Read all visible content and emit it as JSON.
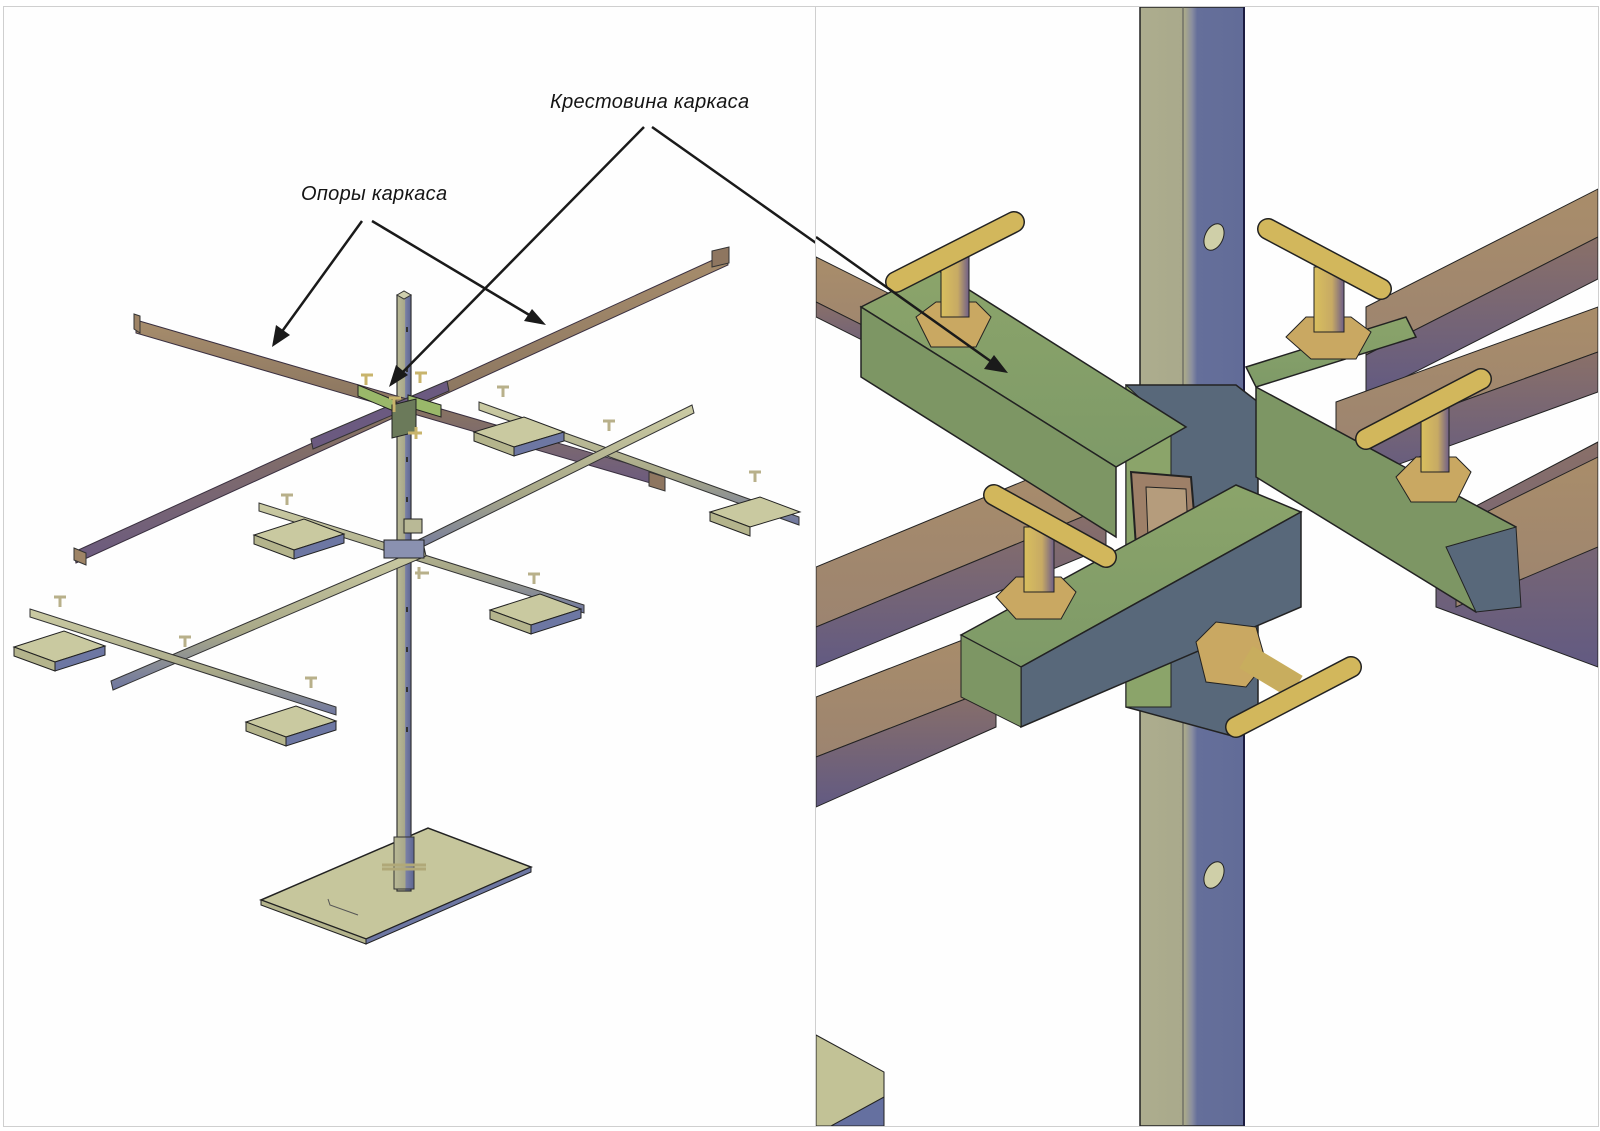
{
  "figure": {
    "title": "Каркас: опоры и крестовина",
    "annotations": {
      "cross_label": "Крестовина каркаса",
      "supports_label": "Опоры каркаса"
    },
    "panels": [
      {
        "id": "overview",
        "description": "Isometric view of adjustable frame with stand, cross members and support pads"
      },
      {
        "id": "detail",
        "description": "Close-up of frame cross joint with T-handle clamping screws"
      }
    ],
    "colors": {
      "tube_green": "#8ba06a",
      "tube_green_dark": "#58687a",
      "rail_brown": "#a48a6a",
      "rail_purple": "#6a5a80",
      "post_olive": "#aeae8e",
      "post_blue": "#656f9a",
      "screw_gold": "#d4b85a",
      "pad_khaki": "#c4c49a",
      "arrow": "#1a1a1a"
    }
  }
}
